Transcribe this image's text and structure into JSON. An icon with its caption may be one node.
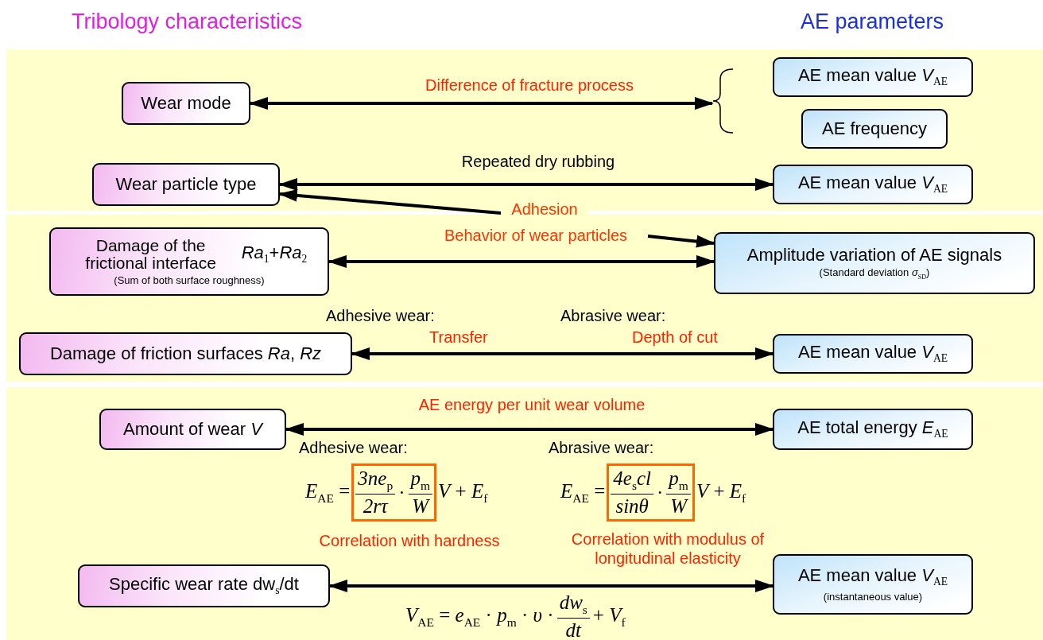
{
  "diagram": {
    "nodes": [
      {
        "text": [],
        "shape": "band"
      },
      {
        "text": [
          "Wear mode"
        ],
        "in": 0
      },
      {
        "text": [
          "AE mean value *V*$_{AE}$"
        ],
        "in": 0
      },
      {
        "text": [
          "AE frequency"
        ],
        "in": 0
      },
      {
        "text": [
          "Wear particle type"
        ],
        "in": 0
      },
      {
        "text": [
          "AE mean value *V*$_{AE}$"
        ],
        "in": 0
      },
      {
        "text": [
          "Adhesion"
        ]
      },
      {
        "text": [],
        "shape": "band"
      },
      {
        "text": [
          "Behavior of wear particles"
        ],
        "in": 7
      },
      {
        "text": [
          "Damage of the frictional interface",
          "*Ra*$_{1}$+*Ra*$_{2}$",
          "(Sum of both surface roughness)"
        ],
        "in": 7
      },
      {
        "text": [
          "Amplitude variation of AE signals",
          "(Standard deviation *σ*$_{SD}$)"
        ],
        "in": 7
      },
      {
        "text": [
          "Damage of friction surfaces *Ra*, *Rz*"
        ],
        "in": 7
      },
      {
        "text": [
          "AE mean value *V*$_{AE}$"
        ],
        "in": 7
      },
      {
        "text": [],
        "shape": "band"
      },
      {
        "text": [
          "Amount of wear *V*"
        ],
        "in": 13
      },
      {
        "text": [
          "AE total energy *E*$_{AE}$"
        ],
        "in": 13
      },
      {
        "text": [
          "Specific wear rate dw$_{s}$/dt"
        ],
        "in": 13
      },
      {
        "text": [
          "AE mean value *V*$_{AE}$",
          "(instantaneous value)"
        ],
        "in": 13
      },
      {
        "text": [],
        "shape": "brace",
        "in": 0
      }
    ],
    "edges": [
      {
        "from": 1,
        "to": 18,
        "arrow": "both",
        "label": "Difference of fracture process"
      },
      {
        "from": 4,
        "to": 5,
        "arrow": "both",
        "label": "Repeated dry rubbing"
      },
      {
        "from": 6,
        "to": 4,
        "arrow": "to"
      },
      {
        "from": 8,
        "to": 10,
        "arrow": "to"
      },
      {
        "from": 9,
        "to": 10,
        "arrow": "both"
      },
      {
        "from": 11,
        "to": 12,
        "arrow": "both"
      },
      {
        "from": 14,
        "to": 15,
        "arrow": "both",
        "label": "AE energy per unit wear volume"
      },
      {
        "from": 16,
        "to": 17,
        "arrow": "both"
      }
    ],
    "labels": [
      "Tribology characteristics",
      "AE parameters",
      "Adhesive wear:",
      "Transfer",
      "Abrasive wear:",
      "Depth of cut",
      "Adhesive wear:",
      "Abrasive wear:",
      "*E*$_{AE}$ =",
      "3ne$_{p}$",
      "2rτ",
      "·",
      "*p*$_{m}$",
      "*W*",
      "*V* + *E*$_{f}$",
      "*E*$_{AE}$ =",
      "4e$_{s}$cl",
      "sinθ",
      "·",
      "*p*$_{m}$",
      "*W*",
      "*V* + *E*$_{f}$",
      "Correlation with hardness",
      "Correlation with modulus of longitudinal elasticity",
      "*V*$_{AE}$ = *e*$_{AE}$ · *p*$_{m}$ · *υ* ·",
      "dw$_{s}$",
      "dt",
      "+ *V*$_{f}$"
    ]
  }
}
